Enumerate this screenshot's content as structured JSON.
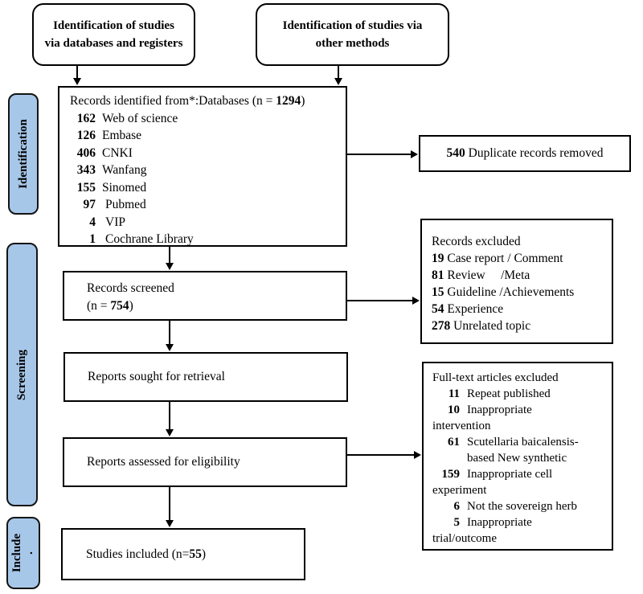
{
  "colors": {
    "side_label_bg": "#a7c7e9",
    "line": "#000000"
  },
  "side_labels": {
    "identification": "Identification",
    "screening": "Screening",
    "include": "Include\n."
  },
  "top_boxes": {
    "left": "Identification of studies\nvia databases and registers",
    "right": "Identification of studies via\nother methods"
  },
  "identified_box": {
    "header_prefix": "Records identified from*:Databases (n = ",
    "header_n": "1294",
    "header_suffix": ")",
    "sources": [
      {
        "n": "162",
        "label": "Web of science"
      },
      {
        "n": "126",
        "label": "Embase"
      },
      {
        "n": "406",
        "label": "CNKI"
      },
      {
        "n": "343",
        "label": "Wanfang"
      },
      {
        "n": "155",
        "label": "Sinomed"
      },
      {
        "n": "97",
        "label": "Pubmed"
      },
      {
        "n": "4",
        "label": "VIP"
      },
      {
        "n": "1",
        "label": "Cochrane Library"
      }
    ]
  },
  "duplicate_box": {
    "n": "540",
    "label": " Duplicate records removed"
  },
  "screened_box": {
    "line1": "Records screened",
    "prefix": "(n = ",
    "n": "754",
    "suffix": ")"
  },
  "excluded_box": {
    "header": "Records excluded",
    "rows": [
      {
        "n": "19",
        "label": " Case report / Comment"
      },
      {
        "n": "81",
        "label": " Review     /Meta"
      },
      {
        "n": "15",
        "label": " Guideline /Achievements"
      },
      {
        "n": "54",
        "label": " Experience"
      },
      {
        "n": "278",
        "label": " Unrelated topic"
      }
    ]
  },
  "sought_box": {
    "label": "Reports sought for retrieval"
  },
  "assessed_box": {
    "label": "Reports assessed for eligibility"
  },
  "fulltext_box": {
    "header": "Full-text articles excluded",
    "lines": [
      {
        "n": "11",
        "text": "Repeat published"
      },
      {
        "n": "10",
        "text": "Inappropriate"
      },
      {
        "text": "intervention"
      },
      {
        "n": "61",
        "text": "Scutellaria baicalensis-"
      },
      {
        "text": "based New synthetic"
      },
      {
        "n": "159",
        "text": "Inappropriate cell"
      },
      {
        "text": "experiment"
      },
      {
        "n": "6",
        "text": "Not the sovereign herb"
      },
      {
        "n": "5",
        "text": "Inappropriate"
      },
      {
        "text": "trial/outcome"
      }
    ]
  },
  "included_box": {
    "prefix": "Studies included (n=",
    "n": "55",
    "suffix": ")"
  }
}
